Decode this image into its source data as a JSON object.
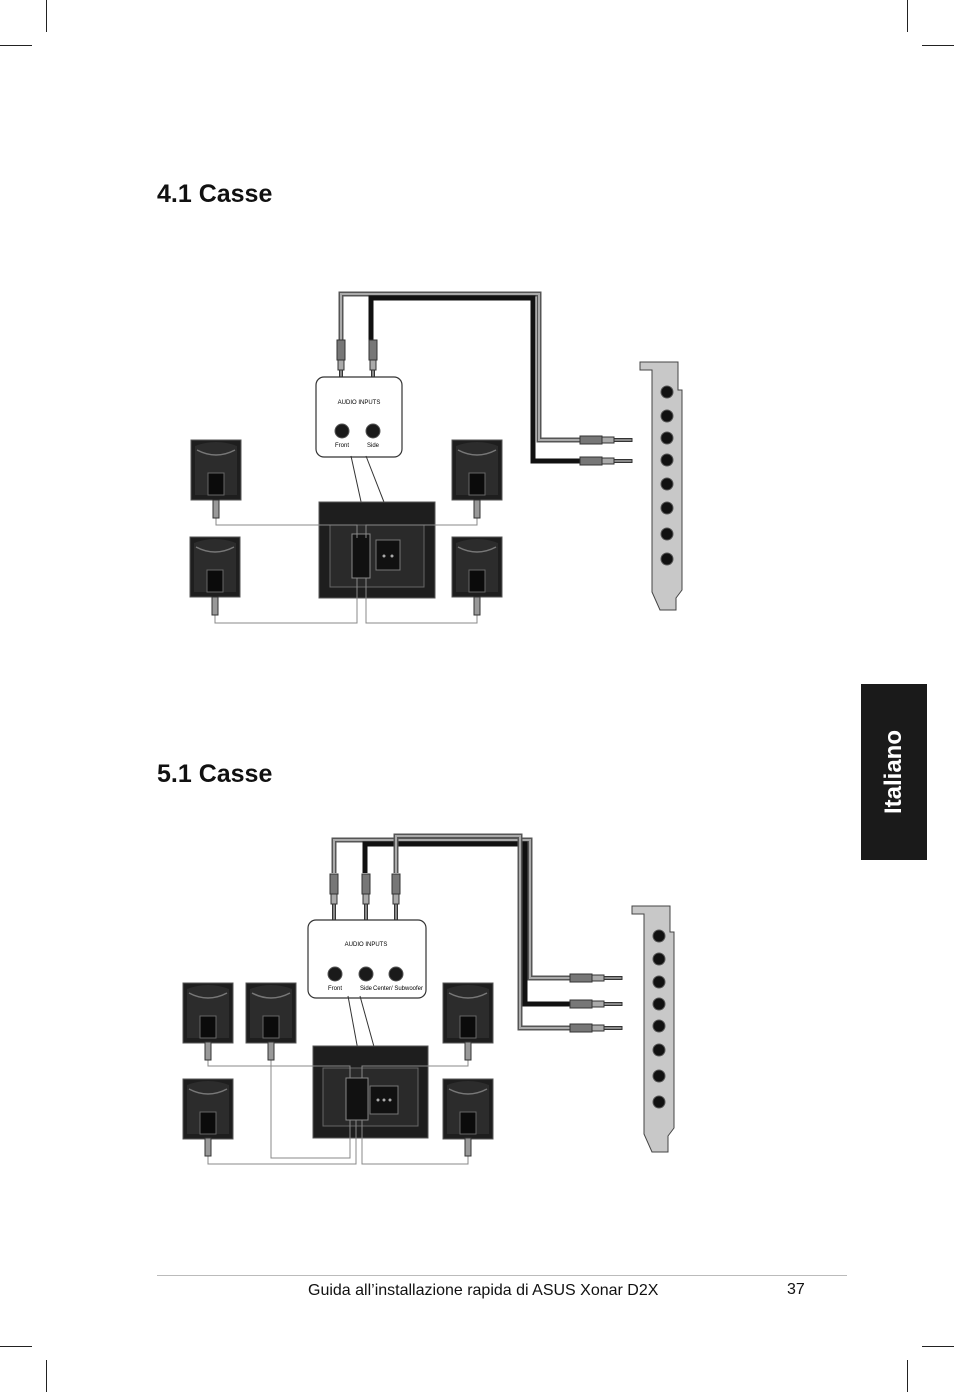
{
  "headings": {
    "section_41": "4.1 Casse",
    "section_51": "5.1 Casse"
  },
  "side_tab": {
    "label": "Italiano"
  },
  "diagram_41": {
    "audio_inputs": "AUDIO INPUTS",
    "port_front": "Front",
    "port_side": "Side"
  },
  "diagram_51": {
    "audio_inputs": "AUDIO INPUTS",
    "port_front": "Front",
    "port_side": "Side",
    "port_center": "Center/ Subwoofer"
  },
  "footer": {
    "text": "Guida all’installazione rapida di ASUS Xonar D2X",
    "page_number": "37"
  },
  "colors": {
    "speaker": "#1e1e1e",
    "tab_bg": "#1a1a1a",
    "card_bracket": "#c8c8c8"
  }
}
